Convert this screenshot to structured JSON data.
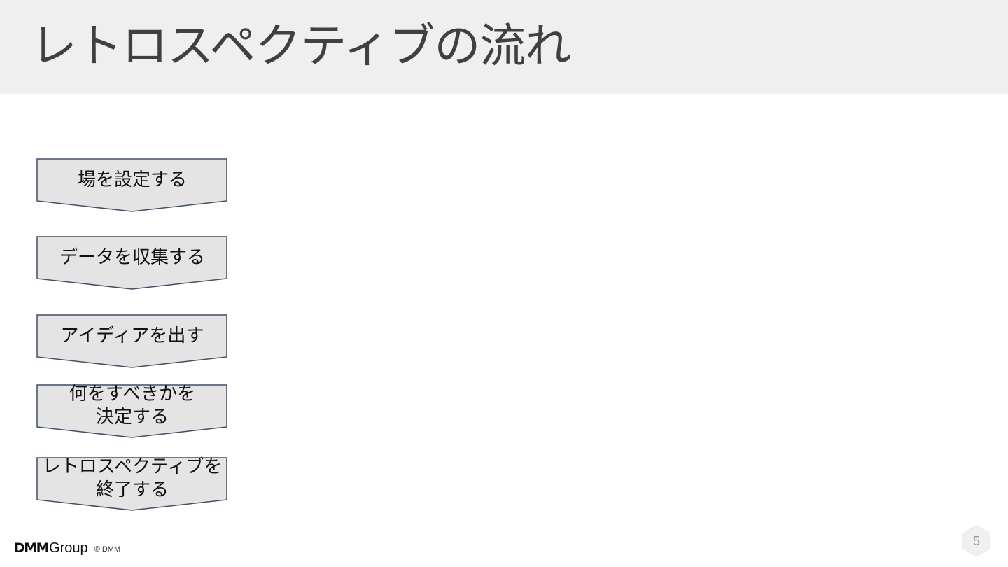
{
  "slide": {
    "title": "レトロスペクティブの流れ",
    "page_number": "5"
  },
  "steps": [
    {
      "label": "場を設定する"
    },
    {
      "label": "データを収集する"
    },
    {
      "label": "アイディアを出す"
    },
    {
      "label": "何をすべきかを\n決定する"
    },
    {
      "label": "レトロスペクティブを\n終了する"
    }
  ],
  "footer": {
    "brand": "DMM",
    "brand_suffix": "Group",
    "copyright": "© DMM"
  },
  "colors": {
    "header_band": "#efefef",
    "step_fill": "#e4e4e4",
    "step_stroke": "#3f4f66",
    "title_text": "#404040"
  }
}
